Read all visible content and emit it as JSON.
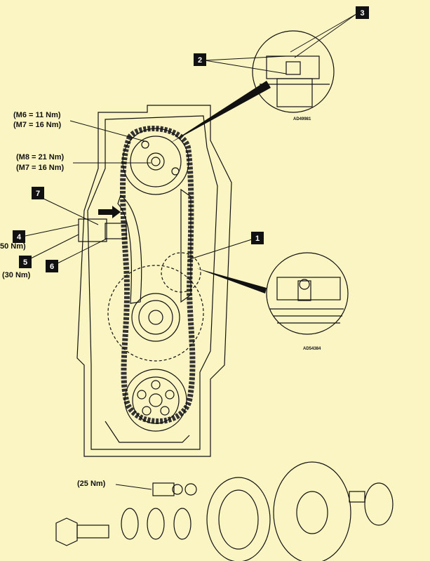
{
  "callouts": {
    "c1": "1",
    "c2": "2",
    "c3": "3",
    "c4": "4",
    "c5": "5",
    "c6": "6",
    "c7": "7"
  },
  "torques": {
    "cam_upper_1": "(M6 = 11 Nm)",
    "cam_upper_2": "(M7 = 16 Nm)",
    "cam_center_1": "(M8 = 21 Nm)",
    "cam_center_2": "(M7 = 16 Nm)",
    "tensioner_4": "50 Nm)",
    "tensioner_5": "(30 Nm)",
    "pulley_bolt": "(25 Nm)"
  },
  "detail_captions": {
    "camshaft_detail": "AD49981",
    "tensioner_detail": "AD54384"
  },
  "colors": {
    "background": "#fbf5c4",
    "ink": "#111111",
    "callout_box": "#111111"
  }
}
